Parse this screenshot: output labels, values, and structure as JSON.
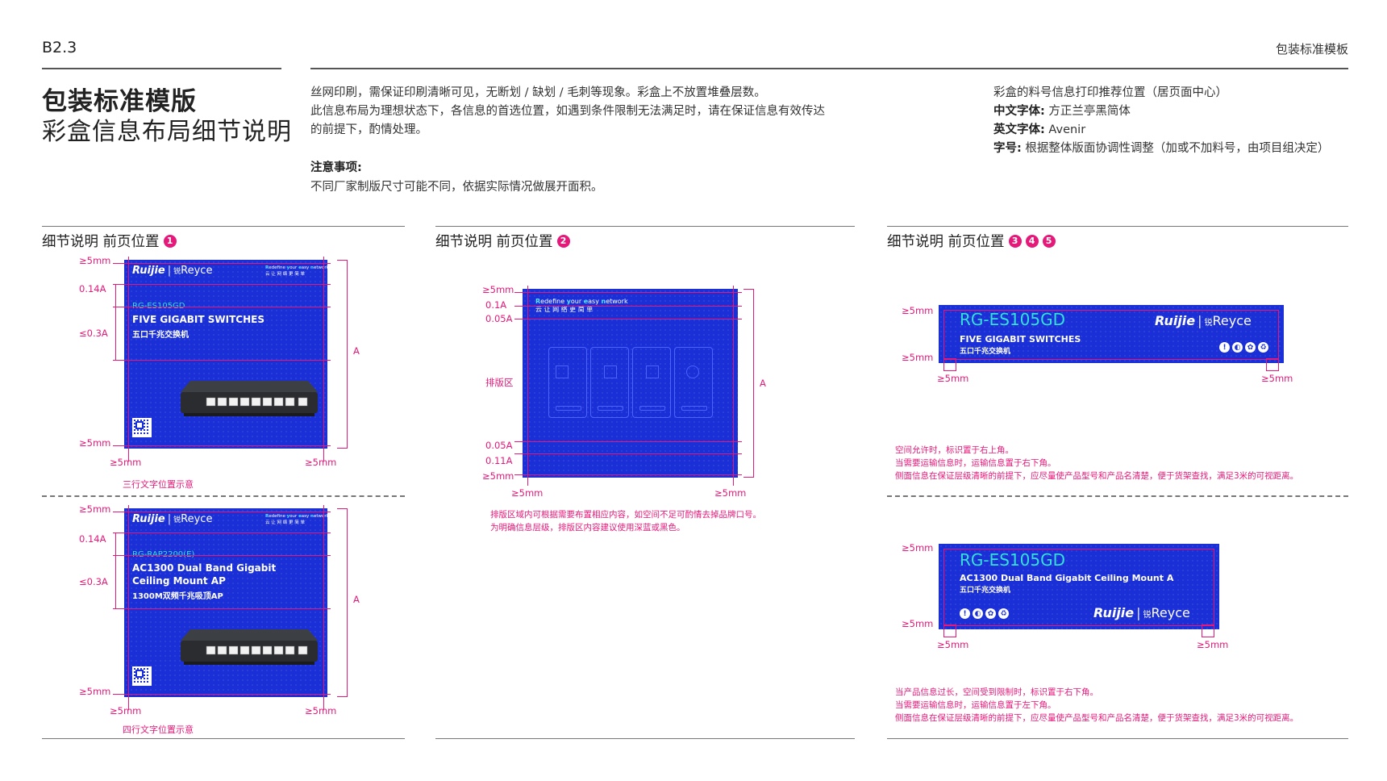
{
  "header": {
    "code": "B2.3",
    "section_name": "包装标准模板"
  },
  "title": {
    "line1": "包装标准模版",
    "line2": "彩盒信息布局细节说明"
  },
  "intro": {
    "line1": "丝网印刷，需保证印刷清晰可见，无断划 / 缺划 / 毛刺等现象。彩盒上不放置堆叠层数。",
    "line2": "此信息布局为理想状态下，各信息的首选位置，如遇到条件限制无法满足时，请在保证信息有效传达",
    "line3": "的前提下，酌情处理。",
    "note_heading": "注意事项:",
    "note_text": "不同厂家制版尺寸可能不同，依据实际情况做展开面积。"
  },
  "font_info": {
    "line1": "彩盒的料号信息打印推荐位置（居页面中心）",
    "cn_label": "中文字体:",
    "cn_value": "方正兰亭黑简体",
    "en_label": "英文字体:",
    "en_value": "Avenir",
    "size_label": "字号:",
    "size_value": "根据整体版面协调性调整（加或不加料号，由项目组决定）"
  },
  "sections": {
    "s1": {
      "title": "细节说明 前页位置",
      "num": "1"
    },
    "s2": {
      "title": "细节说明 前页位置",
      "num": "2"
    },
    "s3": {
      "title": "细节说明 前页位置",
      "nums": [
        "3",
        "4",
        "5"
      ]
    }
  },
  "brand": {
    "ruijie": "Ruijie",
    "sep": "|",
    "reyee_cn": "锐",
    "reyee": "Reyce"
  },
  "slogan": {
    "p1": "R",
    "t1": "edefine ",
    "p2": "y",
    "t2": "our ",
    "p3": "e",
    "t3": "asy ",
    "p4": "n",
    "t4": "etwork",
    "cn": "云 让 网 络 更 简 单"
  },
  "panel1": {
    "model": "RG-ES105GD",
    "name_en": "FIVE GIGABIT SWITCHES",
    "name_cn": "五口千兆交换机",
    "labels": {
      "m_top": "≥5mm",
      "a014": "0.14A",
      "a03": "≤0.3A",
      "m_bottom": "≥5mm",
      "m_left": "≥5mm",
      "m_right": "≥5mm",
      "a": "A"
    },
    "caption": "三行文字位置示意"
  },
  "panel2": {
    "model": "RG-RAP2200(E)",
    "name_en1": "AC1300 Dual Band Gigabit",
    "name_en2": "Ceiling Mount AP",
    "name_cn": "1300M双频千兆吸顶AP",
    "labels": {
      "m_top": "≥5mm",
      "a014": "0.14A",
      "a03": "≤0.3A",
      "m_bottom": "≥5mm",
      "m_left": "≥5mm",
      "m_right": "≥5mm",
      "a": "A"
    },
    "caption": "四行文字位置示意"
  },
  "panel3": {
    "labels": {
      "m_top": "≥5mm",
      "a01": "0.1A",
      "a005t": "0.05A",
      "layout": "排版区",
      "a005b": "0.05A",
      "a011": "0.11A",
      "m_bottom": "≥5mm",
      "m_left": "≥5mm",
      "m_right": "≥5mm",
      "a": "A"
    },
    "note1": "排版区域内可根据需要布置相应内容，如空间不足可酌情去掉品牌口号。",
    "note2": "为明确信息层级，排版区内容建议使用深蓝或黑色。"
  },
  "panel4": {
    "model": "RG-ES105GD",
    "name_en": "FIVE GIGABIT SWITCHES",
    "name_cn": "五口千兆交换机",
    "labels": {
      "m_top": "≥5mm",
      "m_bottom": "≥5mm",
      "m_left": "≥5mm",
      "m_right": "≥5mm"
    },
    "note1": "空间允许时，标识置于右上角。",
    "note2": "当需要运输信息时，运输信息置于右下角。",
    "note3": "侧面信息在保证层级清晰的前提下，应尽量使产品型号和产品名清楚，便于货架查找，满足3米的可视距离。"
  },
  "panel5": {
    "model": "RG-ES105GD",
    "name_en": "AC1300 Dual Band Gigabit Ceiling Mount A",
    "name_cn": "五口千兆交换机",
    "labels": {
      "m_top": "≥5mm",
      "m_bottom": "≥5mm",
      "m_left": "≥5mm",
      "m_right": "≥5mm"
    },
    "note1": "当产品信息过长，空间受到限制时，标识置于右下角。",
    "note2": "当需要运输信息时，运输信息置于左下角。",
    "note3": "侧面信息在保证层级清晰的前提下，应尽量使产品型号和产品名清楚，便于货架查找，满足3米的可视距离。"
  },
  "colors": {
    "box_blue": "#1a2fd6",
    "guide_magenta": "#e5197a",
    "model_cyan": "#35e0d8"
  }
}
